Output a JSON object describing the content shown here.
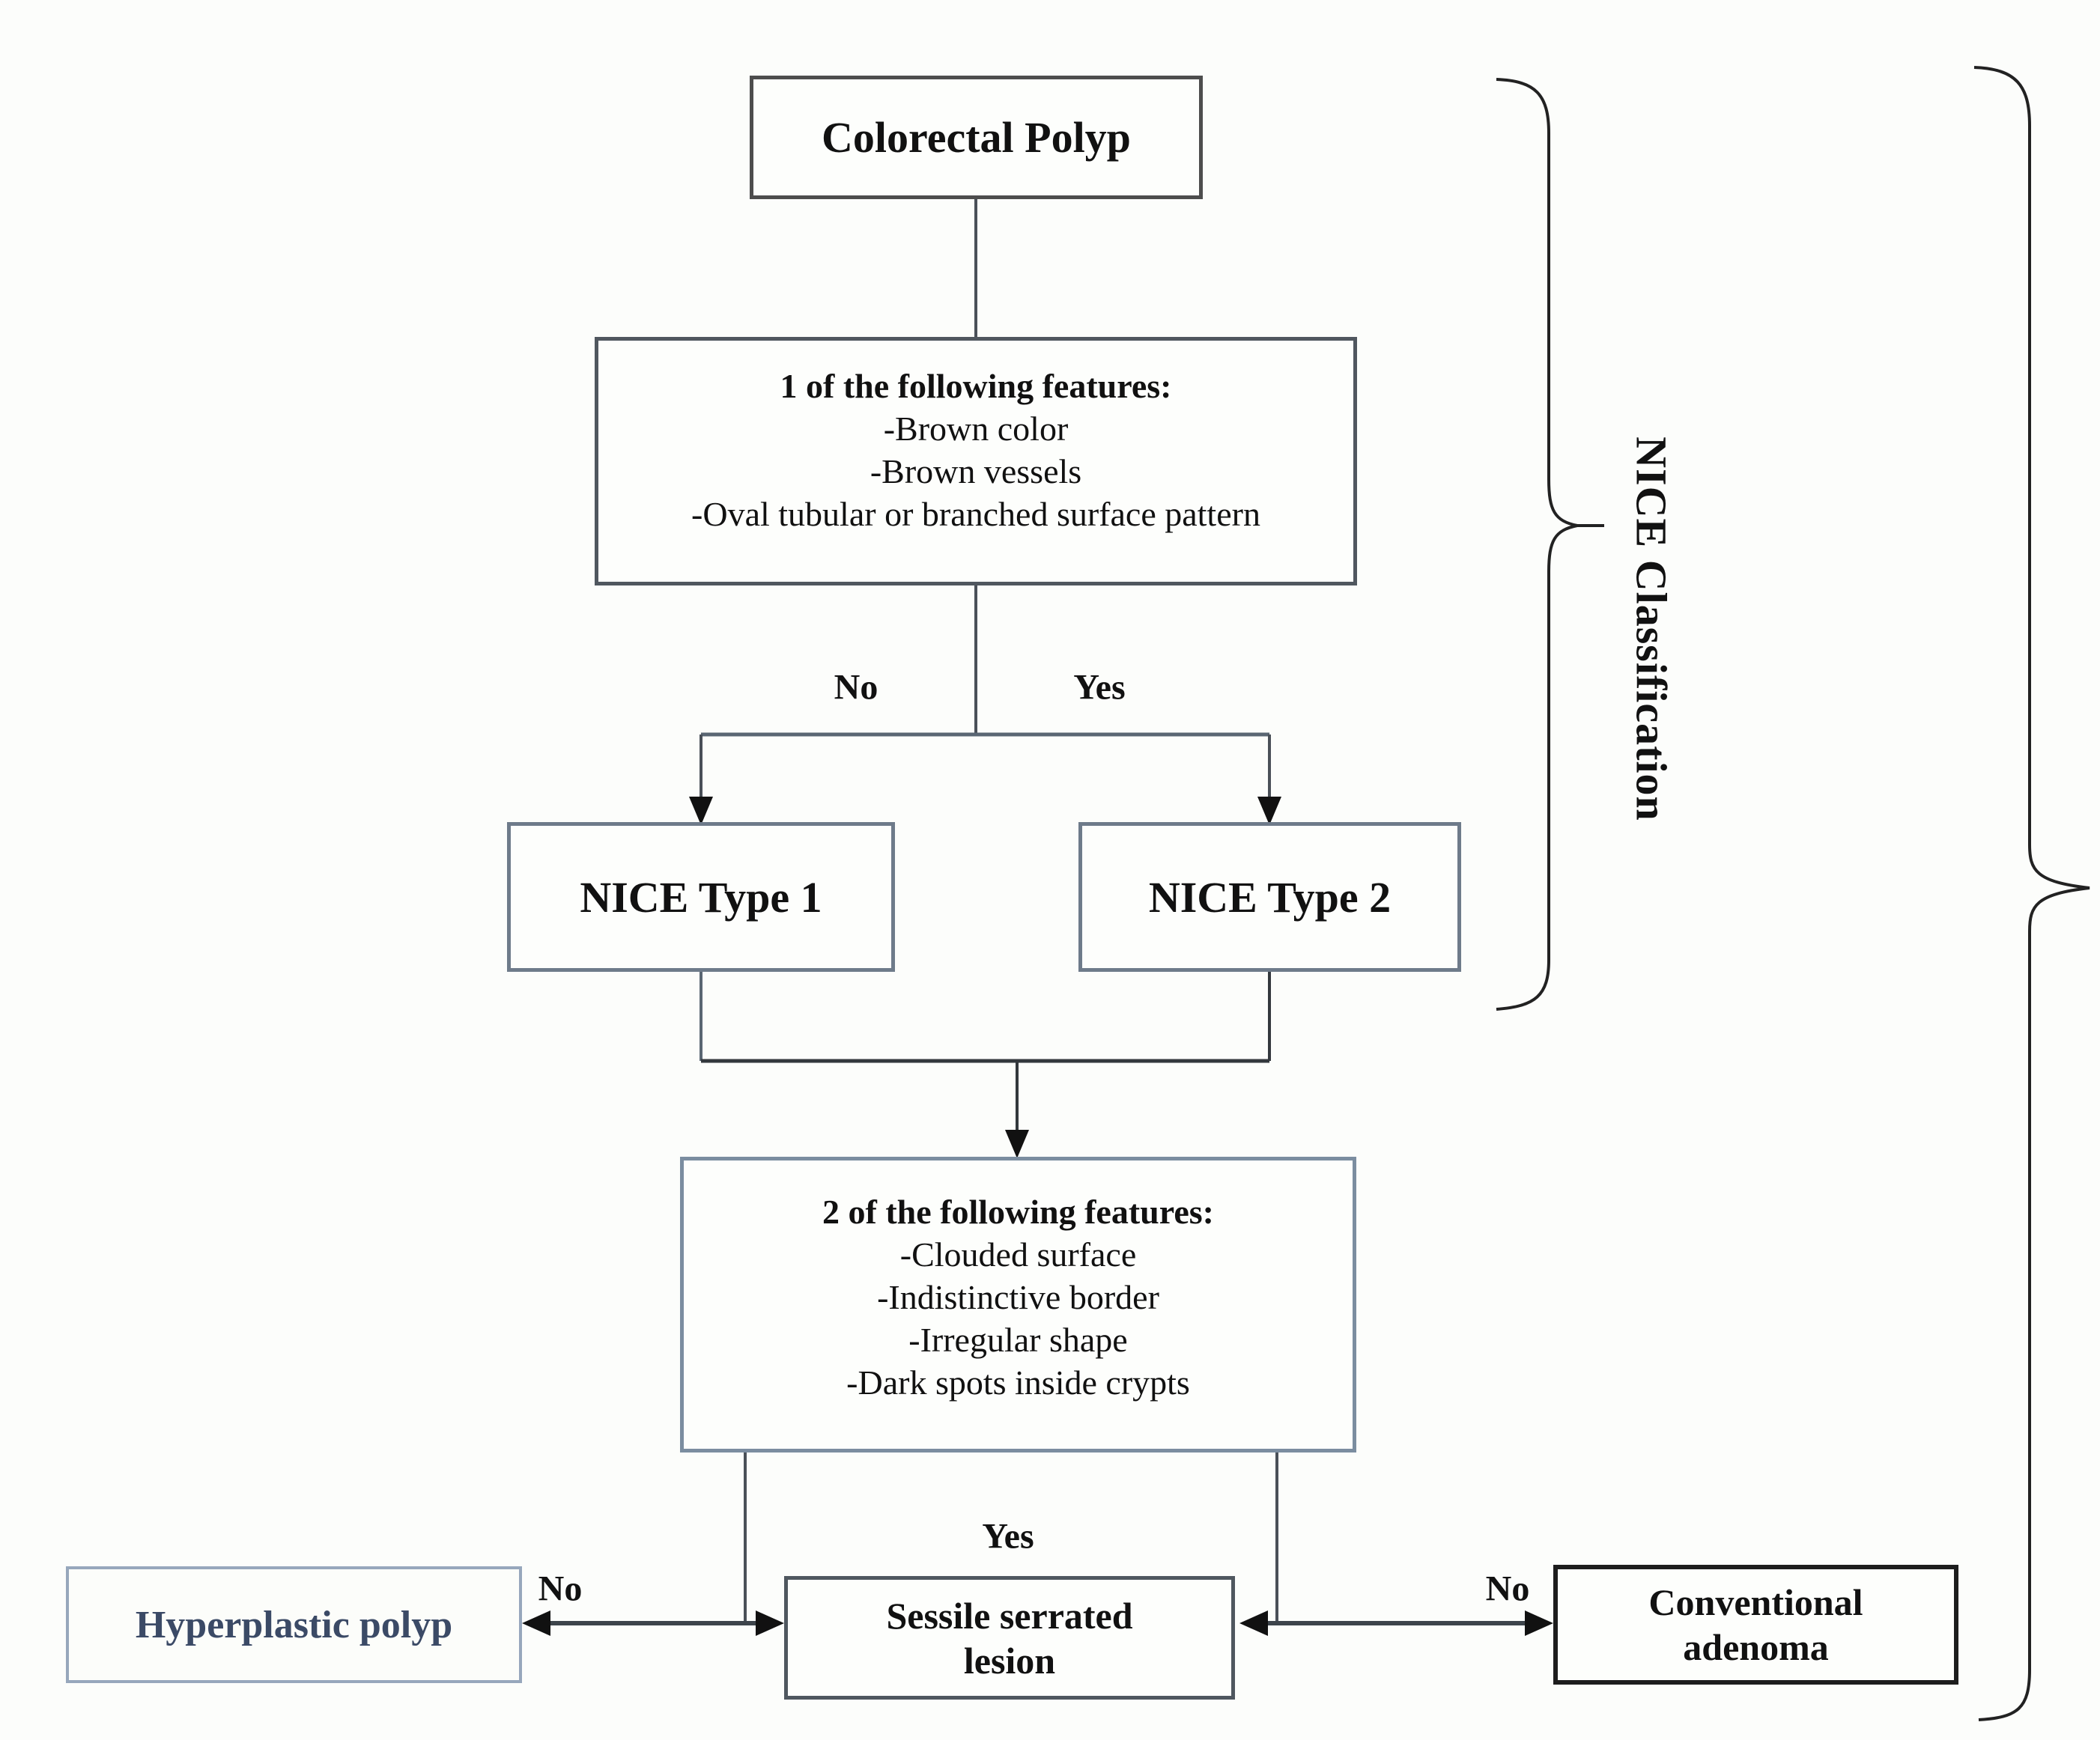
{
  "diagram": {
    "root": {
      "label": "Colorectal Polyp"
    },
    "criteria1": {
      "heading": "1 of the following features:",
      "items": [
        "-Brown color",
        "-Brown vessels",
        "-Oval tubular or branched surface pattern"
      ]
    },
    "branch1": {
      "no_label": "No",
      "yes_label": "Yes"
    },
    "nice_type1": {
      "label": "NICE Type 1"
    },
    "nice_type2": {
      "label": "NICE Type 2"
    },
    "criteria2": {
      "heading": "2 of the following features:",
      "items": [
        "-Clouded surface",
        "-Indistinctive border",
        "-Irregular shape",
        "-Dark spots inside crypts"
      ]
    },
    "branch2": {
      "yes_label": "Yes",
      "no_left_label": "No",
      "no_right_label": "No"
    },
    "outcomes": {
      "hyperplastic": "Hyperplastic polyp",
      "sessile": "Sessile serrated lesion",
      "conventional": "Conventional adenoma"
    },
    "brace_label": "NICE Classification",
    "colors": {
      "hyperplastic_text": "#3b4a66",
      "box_border_slate": "#6e7b8a",
      "box_border_dark": "#4d4d4d",
      "conventional_border": "#1d1d1d",
      "line": "#4a5058",
      "arrowhead": "#111111",
      "background": "#fcfdfb"
    }
  }
}
